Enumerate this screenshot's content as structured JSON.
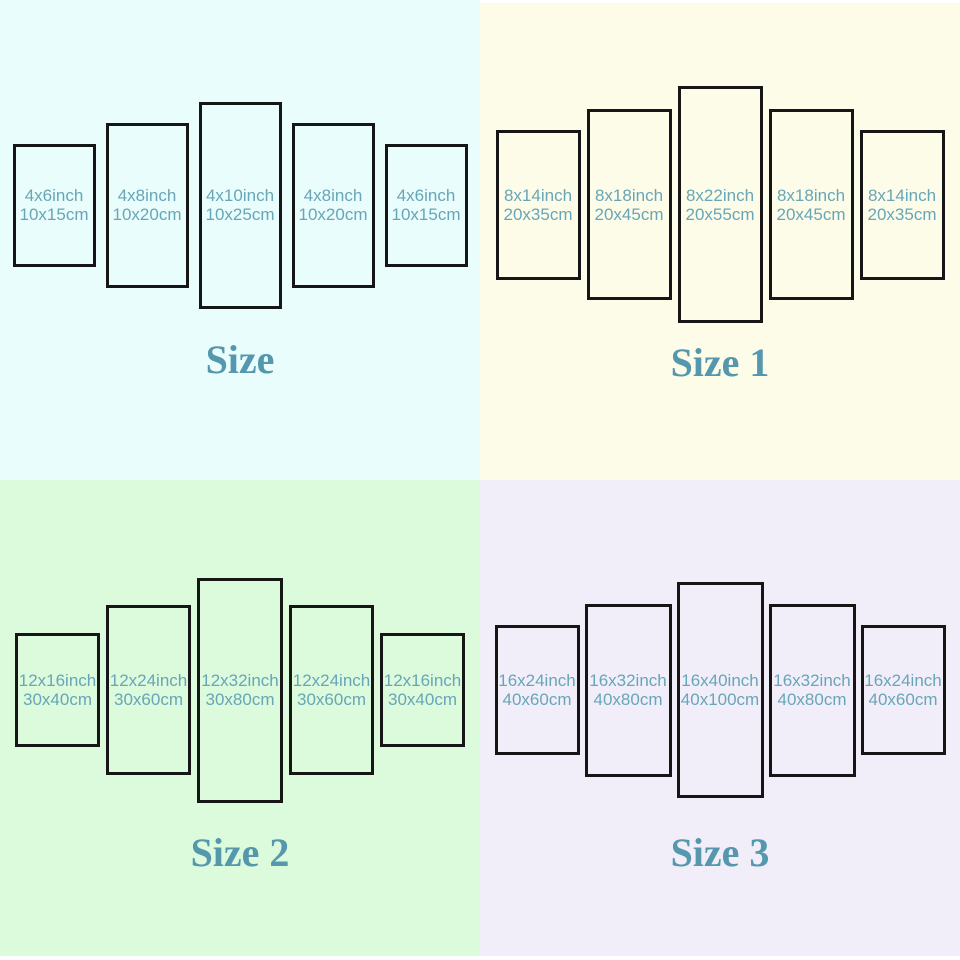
{
  "colors": {
    "quadrant_backgrounds": [
      "#e9fdfc",
      "#fdfce9",
      "#dcfadc",
      "#f2eef9"
    ],
    "panel_border": "#161616",
    "label_text": "#67a6b8",
    "title_text": "#5598ae",
    "page_edge": "#ffffff"
  },
  "quadrants": [
    {
      "title": "Size",
      "panels": [
        {
          "inch": "4x6inch",
          "cm": "10x15cm"
        },
        {
          "inch": "4x8inch",
          "cm": "10x20cm"
        },
        {
          "inch": "4x10inch",
          "cm": "10x25cm"
        },
        {
          "inch": "4x8inch",
          "cm": "10x20cm"
        },
        {
          "inch": "4x6inch",
          "cm": "10x15cm"
        }
      ]
    },
    {
      "title": "Size 1",
      "panels": [
        {
          "inch": "8x14inch",
          "cm": "20x35cm"
        },
        {
          "inch": "8x18inch",
          "cm": "20x45cm"
        },
        {
          "inch": "8x22inch",
          "cm": "20x55cm"
        },
        {
          "inch": "8x18inch",
          "cm": "20x45cm"
        },
        {
          "inch": "8x14inch",
          "cm": "20x35cm"
        }
      ]
    },
    {
      "title": "Size 2",
      "panels": [
        {
          "inch": "12x16inch",
          "cm": "30x40cm"
        },
        {
          "inch": "12x24inch",
          "cm": "30x60cm"
        },
        {
          "inch": "12x32inch",
          "cm": "30x80cm"
        },
        {
          "inch": "12x24inch",
          "cm": "30x60cm"
        },
        {
          "inch": "12x16inch",
          "cm": "30x40cm"
        }
      ]
    },
    {
      "title": "Size 3",
      "panels": [
        {
          "inch": "16x24inch",
          "cm": "40x60cm"
        },
        {
          "inch": "16x32inch",
          "cm": "40x80cm"
        },
        {
          "inch": "16x40inch",
          "cm": "40x100cm"
        },
        {
          "inch": "16x32inch",
          "cm": "40x80cm"
        },
        {
          "inch": "16x24inch",
          "cm": "40x60cm"
        }
      ]
    }
  ]
}
